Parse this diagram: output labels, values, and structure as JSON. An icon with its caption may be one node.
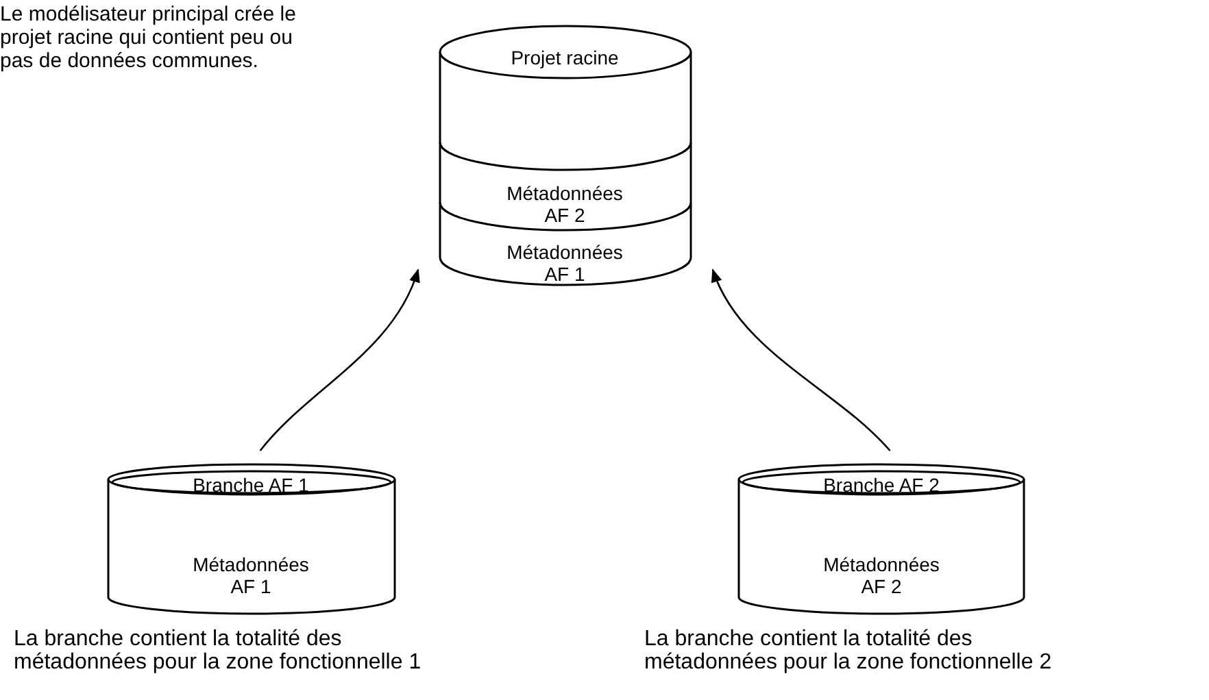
{
  "diagram": {
    "nodes": [
      {
        "text": [
          "Projet racine",
          "Métadonnées AF 2",
          "Métadonnées AF 1"
        ]
      },
      {
        "text": [
          "Branche AF 1",
          "Métadonnées AF 1"
        ],
        "beside": [
          "La branche contient la totalité des métadonnées pour la zone fonctionnelle 1"
        ]
      },
      {
        "text": [
          "Branche AF 2",
          "Métadonnées AF 2"
        ],
        "beside": [
          "La branche contient la totalité des métadonnées pour la zone fonctionnelle 2"
        ]
      }
    ],
    "edges": [
      {
        "from": 1,
        "to": 0,
        "arrow": "to"
      },
      {
        "from": 2,
        "to": 0,
        "arrow": "to"
      }
    ],
    "labels": [
      "Le modélisateur principal crée le projet racine qui contient peu ou pas de données communes."
    ]
  }
}
